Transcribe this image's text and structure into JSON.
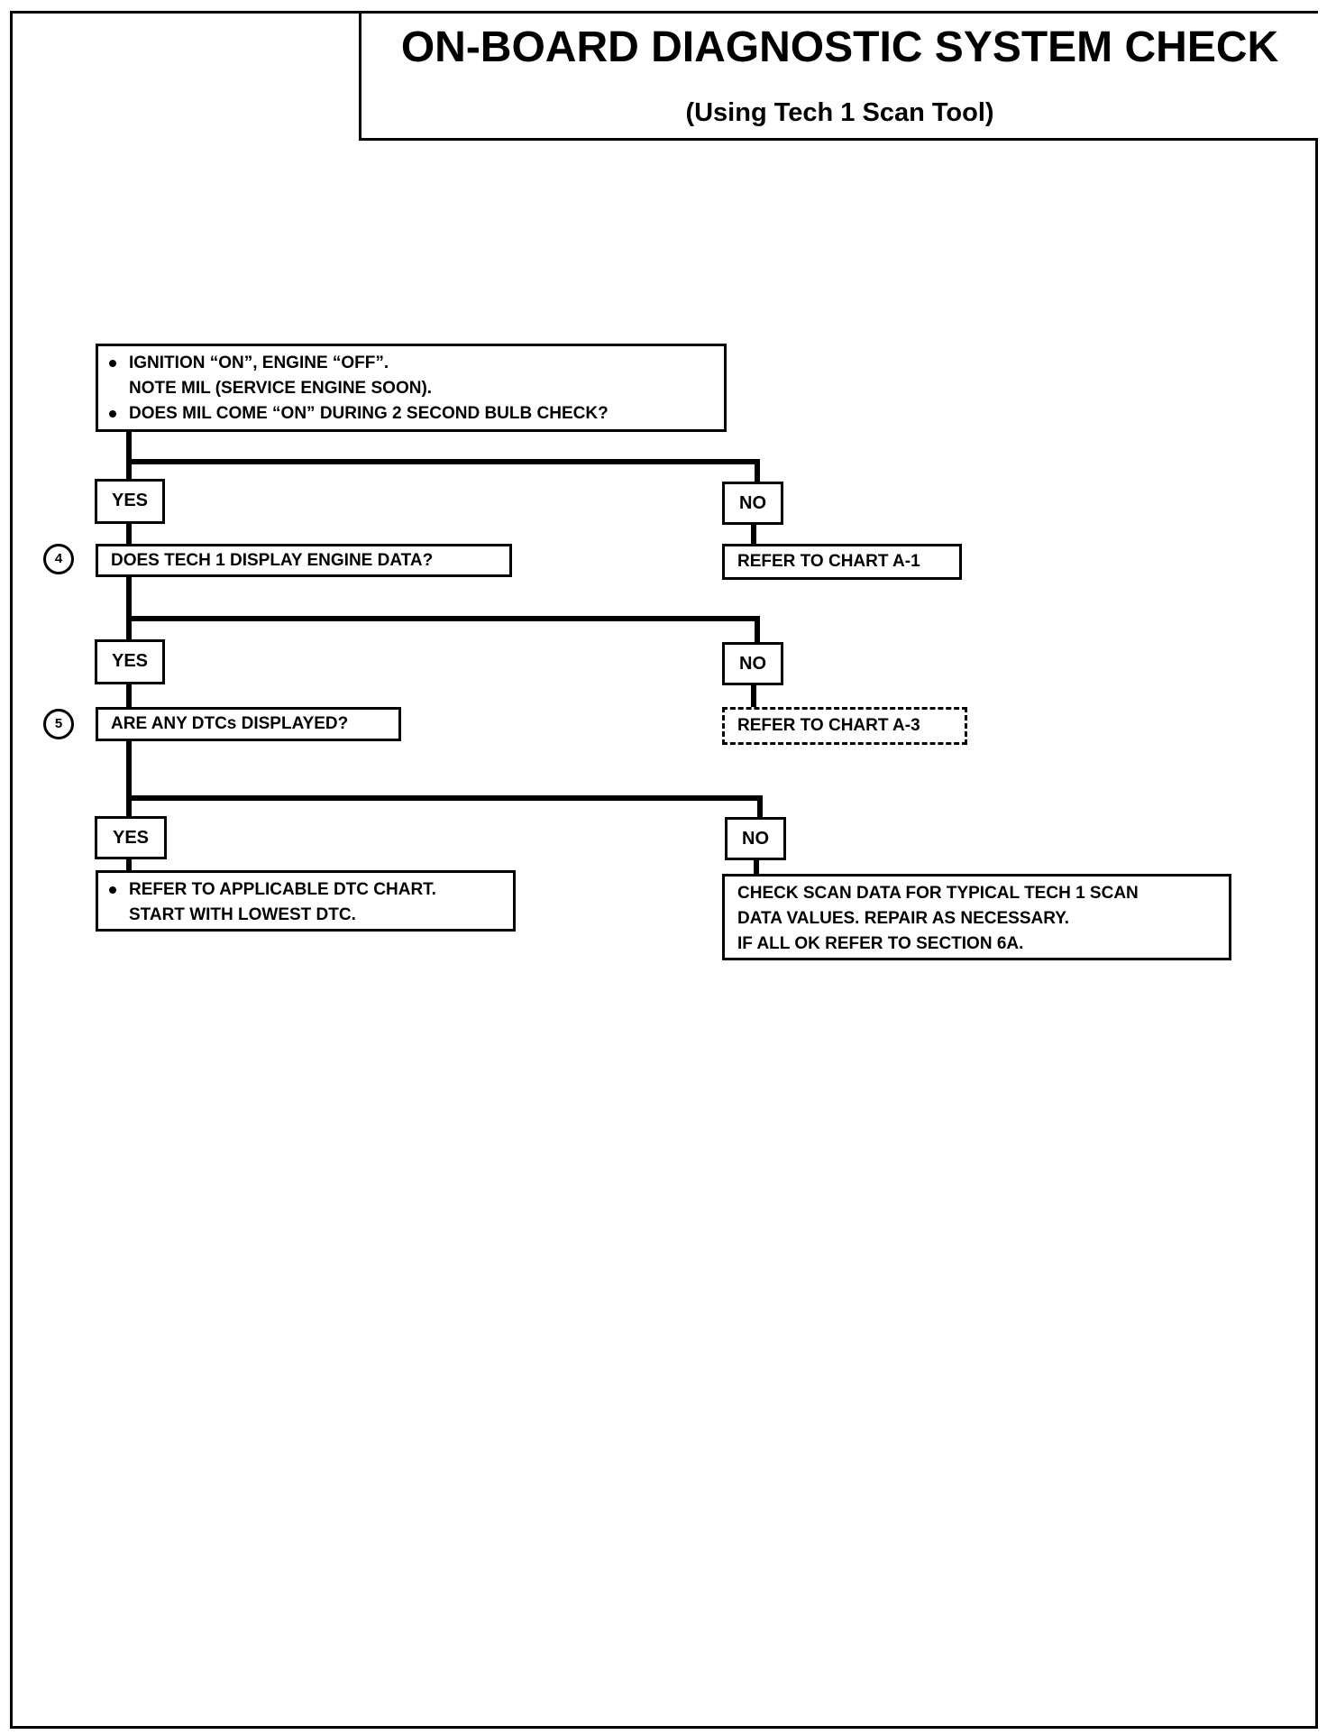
{
  "title": {
    "main": "ON-BOARD DIAGNOSTIC SYSTEM CHECK",
    "sub": "(Using Tech 1 Scan Tool)"
  },
  "step1": {
    "lines": [
      "IGNITION “ON”, ENGINE “OFF”.",
      "NOTE MIL (SERVICE ENGINE SOON).",
      "DOES MIL COME “ON” DURING 2 SECOND BULB CHECK?"
    ]
  },
  "branch_labels": {
    "yes": "YES",
    "no": "NO"
  },
  "step4": {
    "number": "4",
    "question": "DOES TECH 1 DISPLAY ENGINE DATA?"
  },
  "step4_no": {
    "text": "REFER TO CHART A-1"
  },
  "step5": {
    "number": "5",
    "question": "ARE ANY DTCs DISPLAYED?"
  },
  "step5_no": {
    "text": "REFER TO CHART A-3"
  },
  "step5_yes": {
    "lines": [
      "REFER TO APPLICABLE DTC CHART.",
      "START WITH LOWEST DTC."
    ]
  },
  "final_no": {
    "lines": [
      "CHECK SCAN DATA FOR TYPICAL TECH 1 SCAN",
      "DATA VALUES. REPAIR AS NECESSARY.",
      "IF ALL OK REFER TO SECTION 6A."
    ]
  }
}
